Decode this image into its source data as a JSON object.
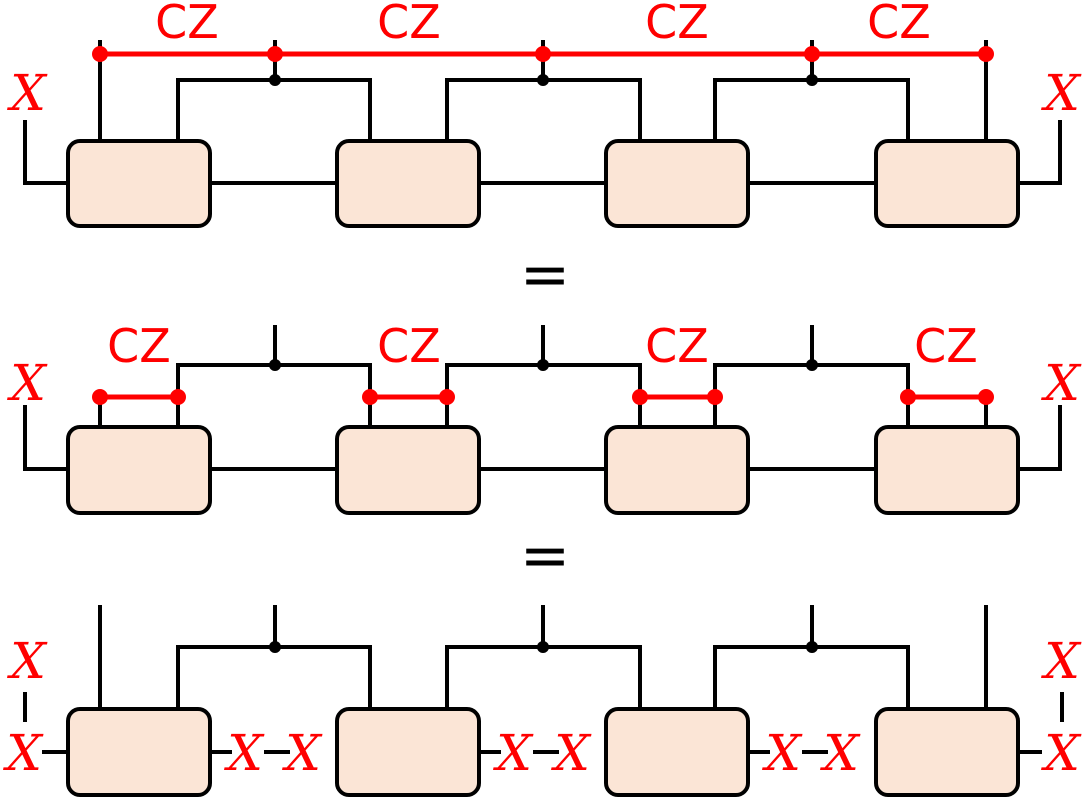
{
  "colors": {
    "red": "#ff0000",
    "black": "#000000",
    "tensor_fill": "#fbe5d6"
  },
  "rows": [
    {
      "x_left": [
        "X"
      ],
      "x_right": [
        "X"
      ],
      "cz_labels": [
        "CZ",
        "CZ",
        "CZ",
        "CZ"
      ]
    },
    {
      "x_left": [
        "X"
      ],
      "x_right": [
        "X"
      ],
      "cz_labels": [
        "CZ",
        "CZ",
        "CZ",
        "CZ"
      ]
    },
    {
      "x_left": [
        "X",
        "X"
      ],
      "x_right": [
        "X",
        "X"
      ],
      "x_bond_labels": [
        "X",
        "X",
        "X",
        "X",
        "X",
        "X"
      ]
    }
  ],
  "equals": [
    "=",
    "="
  ]
}
